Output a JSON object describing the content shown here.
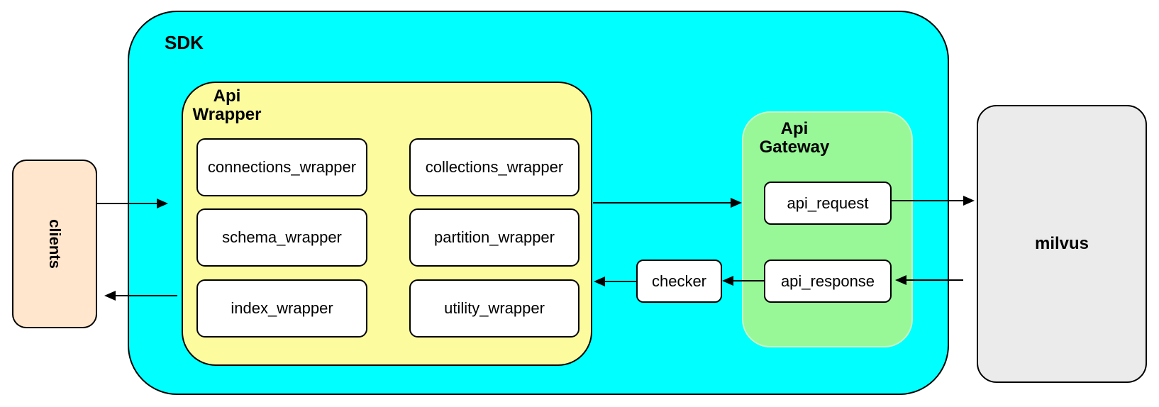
{
  "diagram": {
    "clients": {
      "label": "clients",
      "fill": "#FFE6CC"
    },
    "sdk": {
      "label": "SDK",
      "fill": "#00FFFF"
    },
    "api_wrapper": {
      "label_line1": "Api",
      "label_line2": "Wrapper",
      "fill": "#FCFC9E",
      "modules": [
        "connections_wrapper",
        "collections_wrapper",
        "schema_wrapper",
        "partition_wrapper",
        "index_wrapper",
        "utility_wrapper"
      ]
    },
    "checker": {
      "label": "checker",
      "fill": "#FFFFFF"
    },
    "api_gateway": {
      "label_line1": "Api",
      "label_line2": "Gateway",
      "fill": "#98F898",
      "request": "api_request",
      "response": "api_response"
    },
    "milvus": {
      "label": "milvus",
      "fill": "#EBEBEB"
    }
  }
}
